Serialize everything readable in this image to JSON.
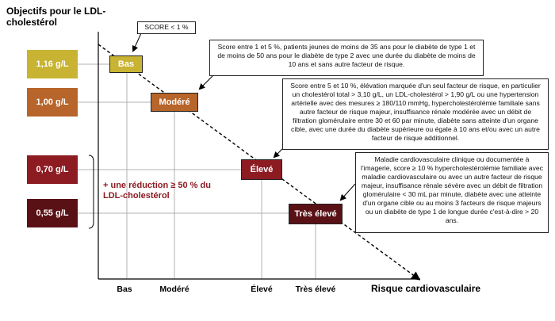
{
  "y_axis_title": "Objectifs pour le LDL-cholestérol",
  "x_axis_title": "Risque cardiovasculaire",
  "targets": [
    "1,16 g/L",
    "1,00 g/L",
    "0,70 g/L",
    "0,55 g/L"
  ],
  "reduction_note": "+ une réduction ≥ 50 % du LDL-cholestérol",
  "levels": [
    "Bas",
    "Modéré",
    "Élevé",
    "Très élevé"
  ],
  "x_ticks": [
    "Bas",
    "Modéré",
    "Élevé",
    "Très élevé"
  ],
  "notes": {
    "bas": "SCORE < 1 %",
    "modere": "Score entre 1 et 5 %, patients jeunes de moins de 35 ans pour le diabète de type 1 et de moins de 50 ans pour le diabète de type 2 avec une durée du diabète de moins de 10 ans et sans autre facteur de risque.",
    "eleve": "Score entre 5 et 10 %, élévation marquée d'un seul facteur de risque, en particulier un cholestérol total > 3,10 g/L, un LDL-cholestérol > 1,90 g/L ou une hypertension artérielle avec des mesures ≥ 180/110 mmHg, hypercholestérolémie familiale sans autre facteur de risque majeur, insuffisance rénale modérée avec un débit de filtration glomérulaire entre 30 et 60 par minute, diabète sans atteinte d'un organe cible, avec une durée du diabète supérieure ou égale à 10 ans et/ou avec un autre facteur de risque additionnel.",
    "tres_eleve": "Maladie cardiovasculaire clinique ou documentée à l'imagerie, score ≥ 10 % hypercholestérolémie familiale avec maladie cardiovasculaire ou avec un autre facteur de risque majeur, insuffisance rénale sévère avec un débit de filtration glomérulaire < 30 mL par minute, diabète avec une atteinte d'un organe cible ou au moins 3 facteurs de risque majeurs ou un diabète de type 1 de longue durée c'est-à-dire > 20 ans."
  },
  "colors": {
    "bas": "#c8b332",
    "modere": "#b7652a",
    "eleve": "#8c1b22",
    "tres_eleve": "#5a1116",
    "gridline": "#b0b0b0",
    "axis": "#000000"
  }
}
